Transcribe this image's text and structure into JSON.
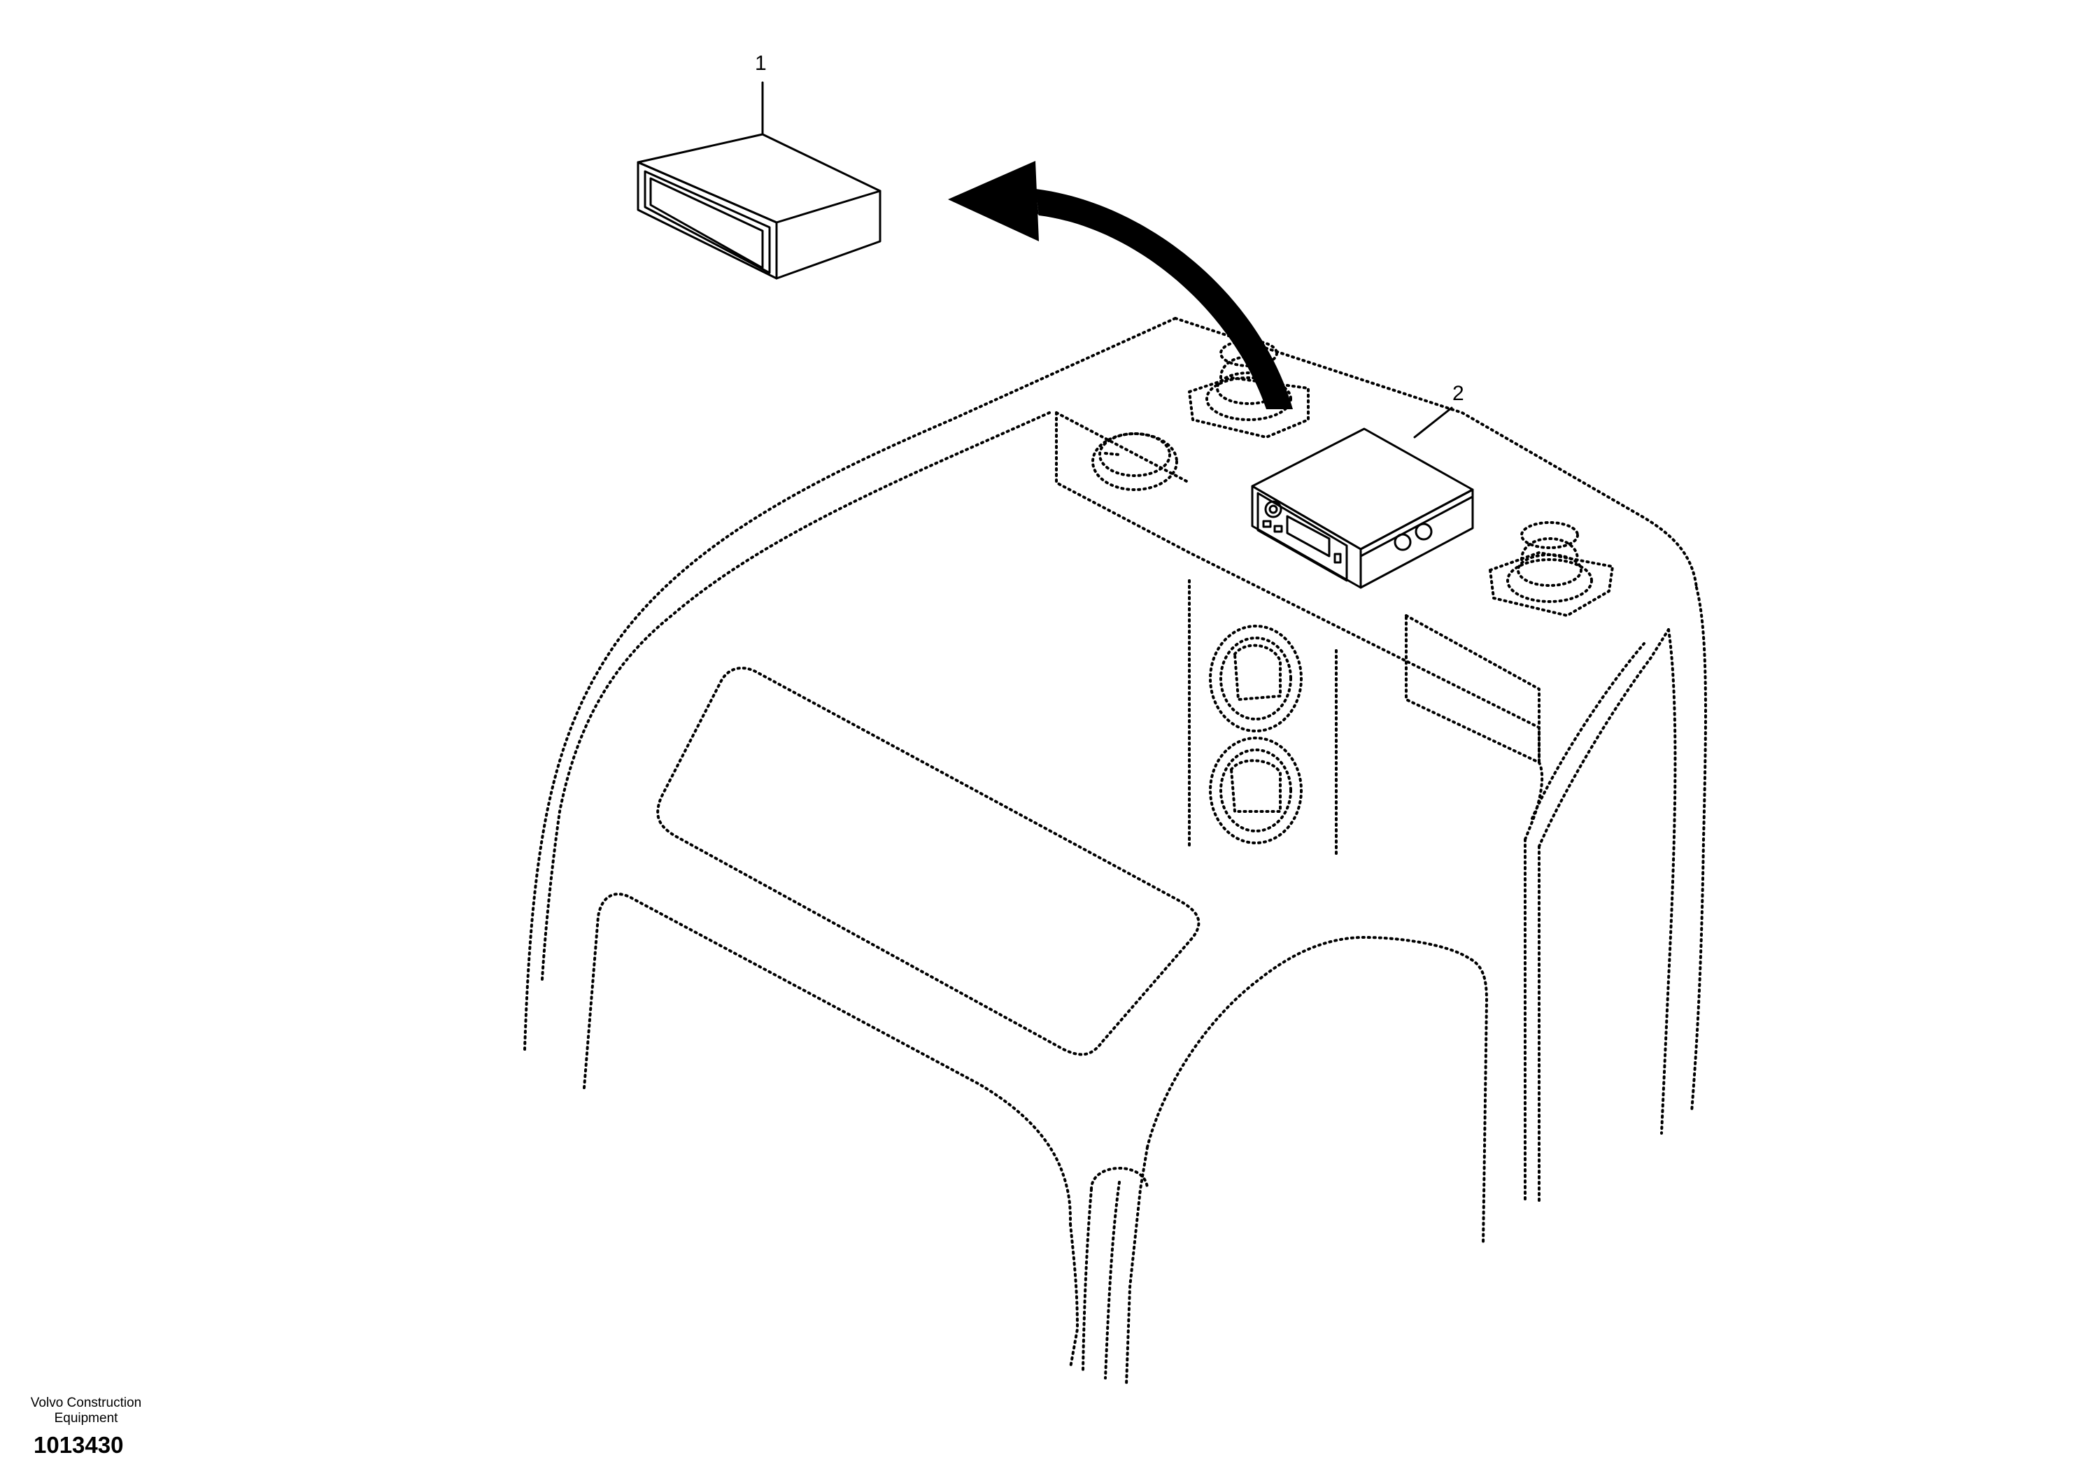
{
  "callouts": [
    {
      "id": "1",
      "label": "1"
    },
    {
      "id": "2",
      "label": "2"
    }
  ],
  "footer": {
    "brand_line1": "Volvo Construction",
    "brand_line2": "Equipment",
    "drawing_number": "1013430"
  }
}
